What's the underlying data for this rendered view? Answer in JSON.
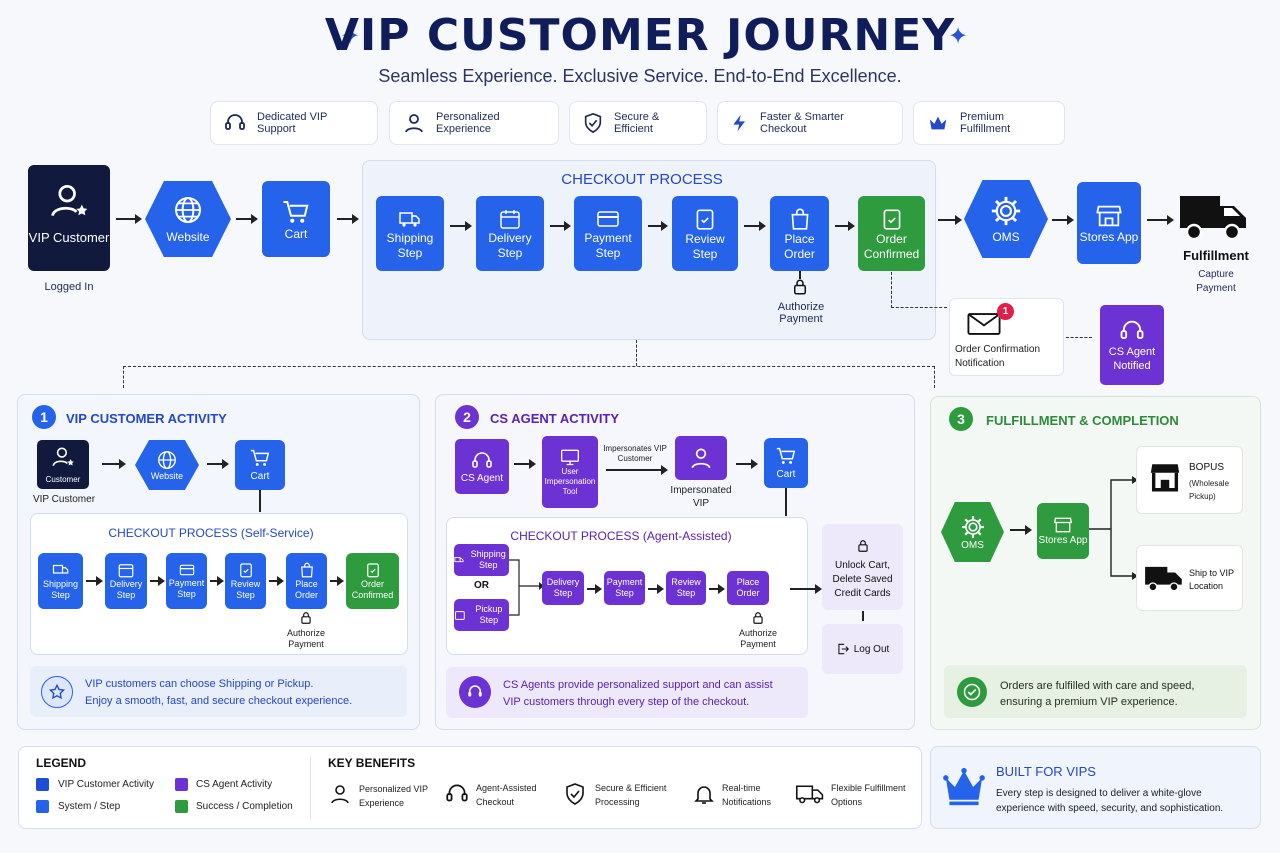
{
  "header": {
    "title": "VIP CUSTOMER JOURNEY",
    "subtitle": "Seamless Experience. Exclusive Service. End-to-End Excellence."
  },
  "pills": [
    "Dedicated VIP Support",
    "Personalized Experience",
    "Secure & Efficient",
    "Faster & Smarter Checkout",
    "Premium Fulfillment"
  ],
  "flow": {
    "vip_customer": "VIP Customer",
    "logged_in": "Logged In",
    "website": "Website",
    "cart": "Cart",
    "checkout_title": "CHECKOUT PROCESS",
    "steps": [
      "Shipping Step",
      "Delivery Step",
      "Payment Step",
      "Review Step",
      "Place Order",
      "Order Confirmed"
    ],
    "authorize": "Authorize Payment",
    "oms": "OMS",
    "stores_app": "Stores App",
    "fulfillment": "Fulfillment",
    "capture": "Capture Payment",
    "notification": "Order Confirmation Notification",
    "badge": "1",
    "agent_notified": "CS Agent Notified"
  },
  "sec1": {
    "num": "1",
    "title": "VIP CUSTOMER ACTIVITY",
    "customer": "Customer",
    "customer_label": "VIP Customer",
    "website": "Website",
    "cart": "Cart",
    "checkout_title": "CHECKOUT PROCESS (Self-Service)",
    "steps": [
      "Shipping Step",
      "Delivery Step",
      "Payment Step",
      "Review Step",
      "Place Order",
      "Order Confirmed"
    ],
    "authorize": "Authorize Payment",
    "note1": "VIP customers can choose Shipping or Pickup.",
    "note2": "Enjoy a smooth, fast, and secure checkout experience."
  },
  "sec2": {
    "num": "2",
    "title": "CS AGENT ACTIVITY",
    "agent": "CS Agent",
    "tool": "User Impersonation Tool",
    "impersonates": "Impersonates VIP Customer",
    "impersonated": "Impersonated VIP",
    "cart": "Cart",
    "checkout_title": "CHECKOUT PROCESS (Agent-Assisted)",
    "shipping": "Shipping Step",
    "or": "OR",
    "pickup": "Pickup Step",
    "steps": [
      "Delivery Step",
      "Payment Step",
      "Review Step",
      "Place Order"
    ],
    "authorize": "Authorize Payment",
    "unlock": "Unlock Cart, Delete Saved Credit Cards",
    "logout": "Log Out",
    "note1": "CS Agents provide personalized support and can assist",
    "note2": "VIP customers through every step of the checkout."
  },
  "sec3": {
    "num": "3",
    "title": "FULFILLMENT & COMPLETION",
    "oms": "OMS",
    "stores_app": "Stores App",
    "bopus": "BOPUS",
    "bopus_sub": "(Wholesale Pickup)",
    "ship": "Ship to VIP Location",
    "note1": "Orders are fulfilled with care and speed,",
    "note2": "ensuring a premium VIP experience."
  },
  "legend": {
    "title": "LEGEND",
    "items": [
      "VIP Customer Activity",
      "CS Agent Activity",
      "System / Step",
      "Success / Completion"
    ],
    "colors": [
      "#1d4ed8",
      "#6d32d4",
      "#2563eb",
      "#2e9b3e"
    ]
  },
  "benefits": {
    "title": "KEY BENEFITS",
    "items": [
      "Personalized VIP Experience",
      "Agent-Assisted Checkout",
      "Secure & Efficient Processing",
      "Real-time Notifications",
      "Flexible Fulfillment Options"
    ]
  },
  "built": {
    "title": "BUILT FOR VIPS",
    "text1": "Every step is designed to deliver a white-glove",
    "text2": "experience with speed, security, and sophistication."
  }
}
